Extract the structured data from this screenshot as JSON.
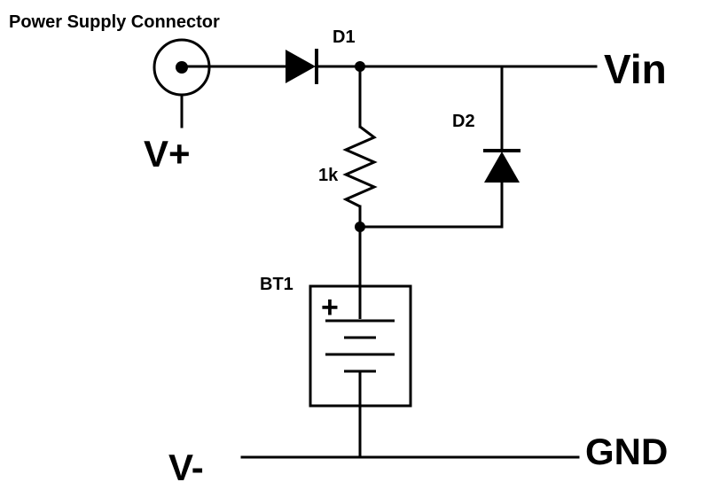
{
  "labels": {
    "connector": "Power Supply Connector",
    "v_plus": "V+",
    "v_minus": "V-",
    "d1": "D1",
    "d2": "D2",
    "resistor": "1k",
    "battery": "BT1",
    "battery_plus": "+",
    "vin": "Vin",
    "gnd": "GND"
  },
  "colors": {
    "ink": "#000000",
    "background": "#ffffff"
  }
}
